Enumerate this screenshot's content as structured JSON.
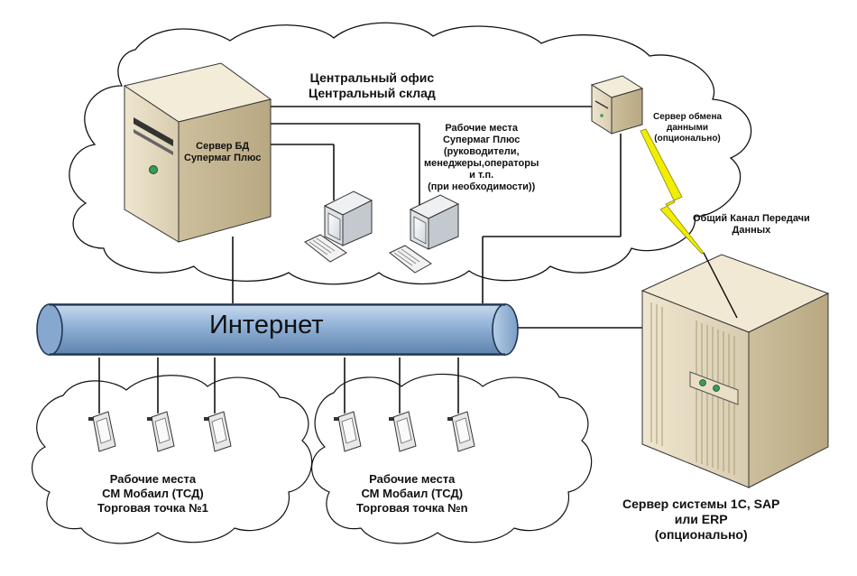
{
  "internet_label": "Интернет",
  "office": {
    "line1": "Центральный офис",
    "line2": "Центральный склад"
  },
  "db_server": {
    "line1": "Сервер БД",
    "line2": "Супермаг Плюс"
  },
  "workstations": {
    "line1": "Рабочие места",
    "line2": "Супермаг Плюс",
    "line3": "(руководители,",
    "line4": "менеджеры,операторы",
    "line5": "и т.п.",
    "line6": "(при необходимости))"
  },
  "exchange_server": {
    "line1": "Сервер обмена",
    "line2": "данными",
    "line3": "(опционально)"
  },
  "channel": {
    "line1": "Общий Канал Передачи",
    "line2": "Данных"
  },
  "store1": {
    "line1": "Рабочие места",
    "line2": "СМ Мобаил (ТСД)",
    "line3": "Торговая точка №1"
  },
  "storeN": {
    "line1": "Рабочие места",
    "line2": "СМ Мобаил (ТСД)",
    "line3": "Торговая точка №n"
  },
  "erp": {
    "line1": "Сервер системы 1С, SAP",
    "line2": "или ERP",
    "line3": "(опционально)"
  },
  "colors": {
    "pipe": "#a9c4e0",
    "pipe_dark": "#3d5f85",
    "server_beige": "#e6dcc3",
    "bolt": "#f2ee00"
  }
}
